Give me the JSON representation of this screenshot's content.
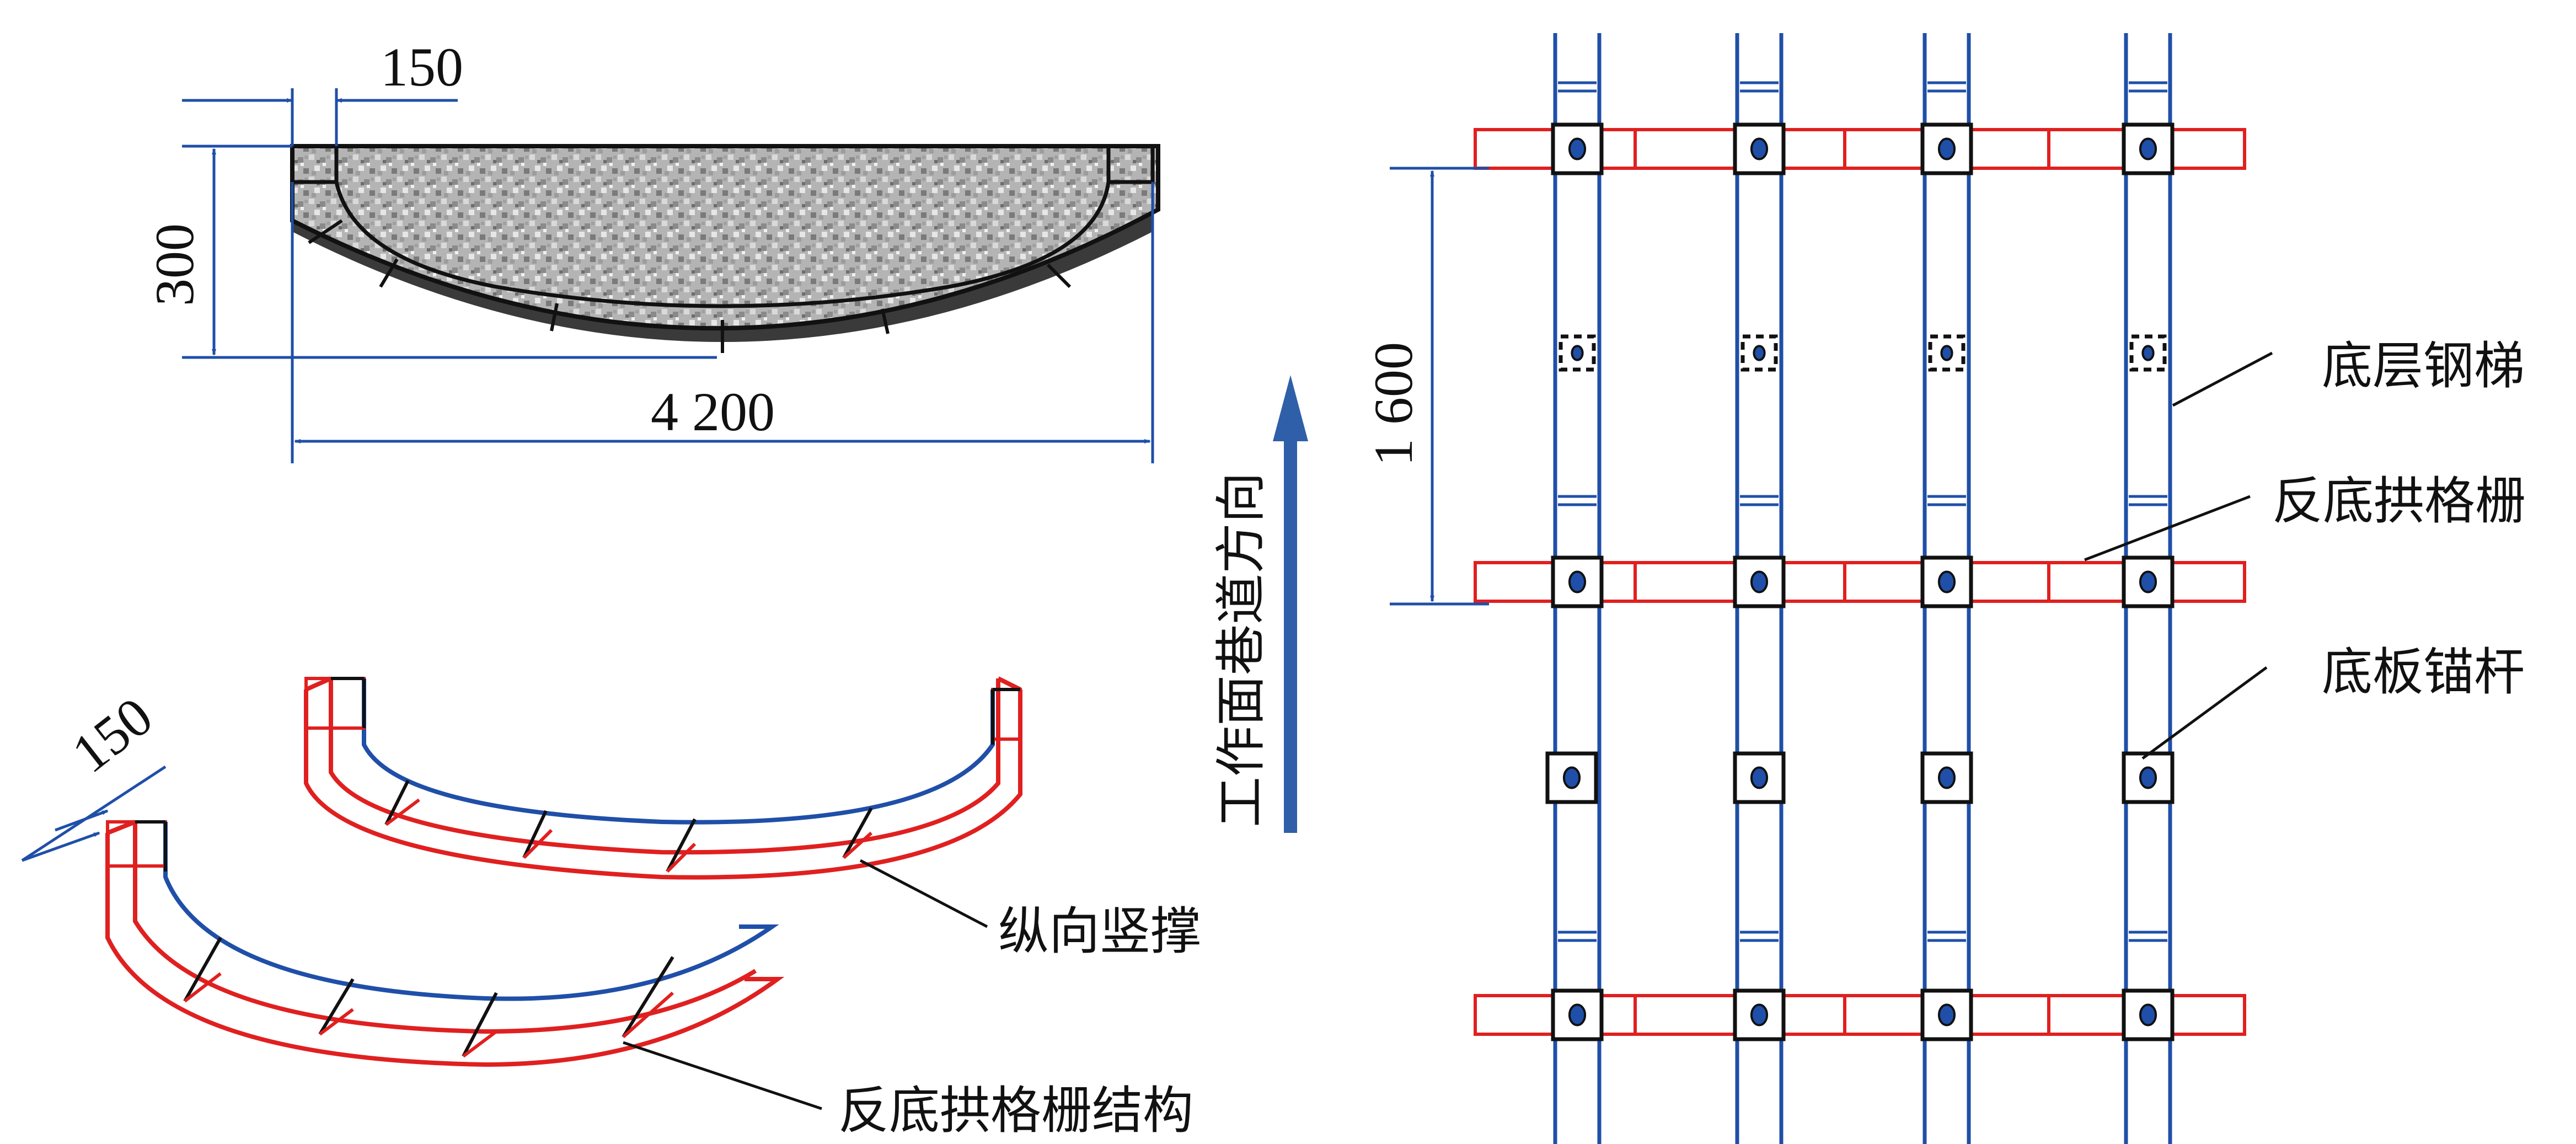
{
  "top_section": {
    "dim_width_top": "150",
    "dim_height": "300",
    "dim_total_width": "4 200"
  },
  "iso_view": {
    "dim_width": "150",
    "label_strut": "纵向竖撑",
    "label_structure": "反底拱格栅结构"
  },
  "direction_arrow": {
    "label": "工作面巷道方向"
  },
  "plan_view": {
    "dim_spacing": "1 600",
    "label_ladder": "底层钢梯",
    "label_grid": "反底拱格栅",
    "label_bolt": "底板锚杆"
  },
  "colors": {
    "blue": "#1f4fa8",
    "red": "#e02020",
    "arrow": "#2f5fa8"
  }
}
